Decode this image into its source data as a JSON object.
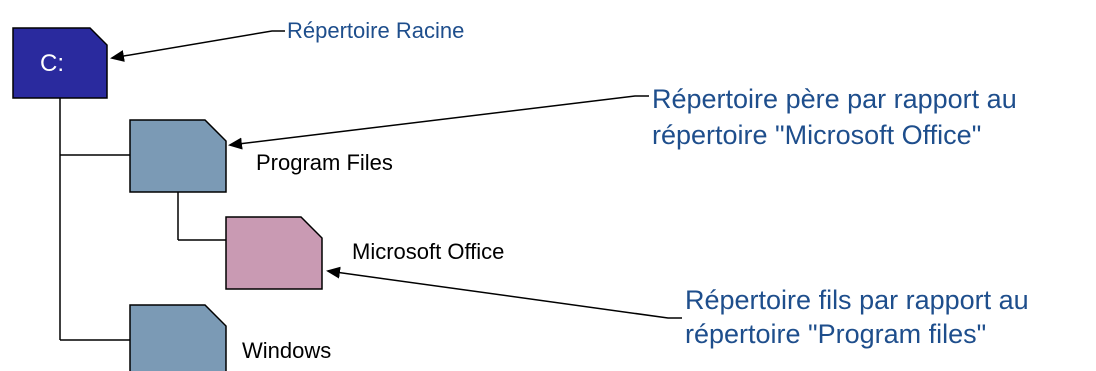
{
  "colors": {
    "root_folder": "#2A2A9E",
    "blue_folder": "#7B9AB5",
    "pink_folder": "#C99AB3",
    "annotation_text": "#1E4E8C",
    "lines": "#000000"
  },
  "tree": {
    "root": {
      "label": "C:",
      "icon": "folder-icon"
    },
    "program_files": {
      "label": "Program Files",
      "icon": "folder-icon"
    },
    "microsoft_office": {
      "label": "Microsoft Office",
      "icon": "folder-icon"
    },
    "windows": {
      "label": "Windows",
      "icon": "folder-icon"
    }
  },
  "annotations": {
    "root": "Répertoire Racine",
    "parent_line1": "Répertoire père par rapport au",
    "parent_line2": "répertoire \"Microsoft Office\"",
    "child_line1": "Répertoire fils par rapport au",
    "child_line2": "répertoire \"Program files\""
  }
}
